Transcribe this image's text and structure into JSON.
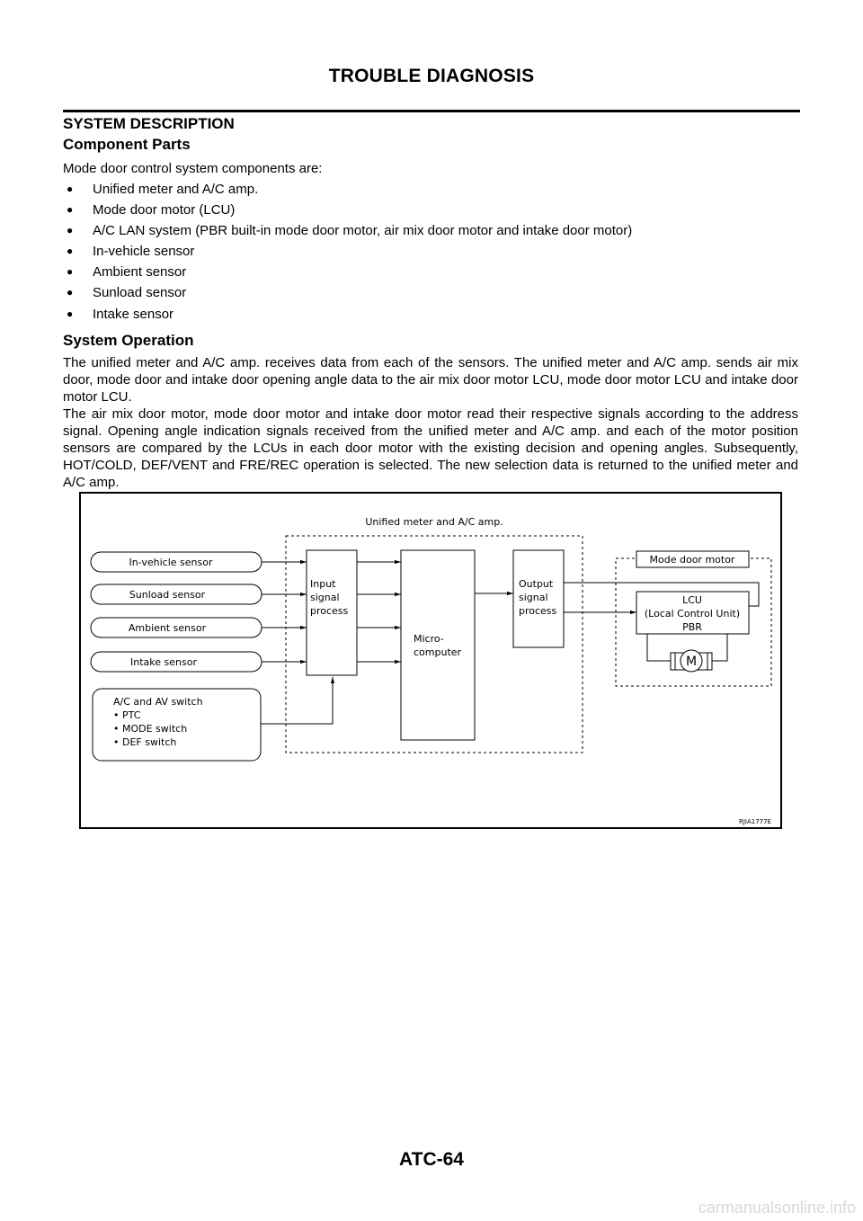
{
  "header": {
    "title": "TROUBLE DIAGNOSIS"
  },
  "section": {
    "title": "SYSTEM DESCRIPTION"
  },
  "components": {
    "heading": "Component Parts",
    "intro": "Mode door control system components are:",
    "items": [
      "Unified meter and A/C amp.",
      "Mode door motor (LCU)",
      "A/C LAN system (PBR built-in mode door motor, air mix door motor and intake door motor)",
      "In-vehicle sensor",
      "Ambient sensor",
      "Sunload sensor",
      "Intake sensor"
    ]
  },
  "operation": {
    "heading": "System Operation",
    "para1": "The unified meter and A/C amp. receives data from each of the sensors. The unified meter and A/C amp. sends air mix door, mode door and intake door opening angle data to the air mix door motor LCU, mode door motor LCU and intake door motor LCU.",
    "para2": "The air mix door motor, mode door motor and intake door motor read their respective signals according to the address signal. Opening angle indication signals received from the unified meter and A/C amp. and each of the motor position sensors are compared by the LCUs in each door motor with the existing decision and opening angles. Subsequently, HOT/COLD, DEF/VENT and FRE/REC operation is selected. The new selection data is returned to the unified meter and A/C amp."
  },
  "diagram": {
    "group_label": "Unified meter and A/C amp.",
    "sensors": [
      "In-vehicle sensor",
      "Sunload sensor",
      "Ambient sensor",
      "Intake sensor"
    ],
    "switch_lines": [
      "A/C and AV switch",
      "• PTC",
      "• MODE switch",
      "• DEF switch"
    ],
    "input_lines": [
      "Input",
      "signal",
      "process"
    ],
    "micro_lines": [
      "Micro-",
      "computer"
    ],
    "output_lines": [
      "Output",
      "signal",
      "process"
    ],
    "mode_motor": "Mode door motor",
    "lcu_lines": [
      "LCU",
      "(Local Control Unit)",
      "PBR"
    ],
    "motor_letter": "M",
    "code": "RJIA1777E"
  },
  "footer": {
    "page_id": "ATC-64"
  },
  "watermark": "carmanualsonline.info"
}
